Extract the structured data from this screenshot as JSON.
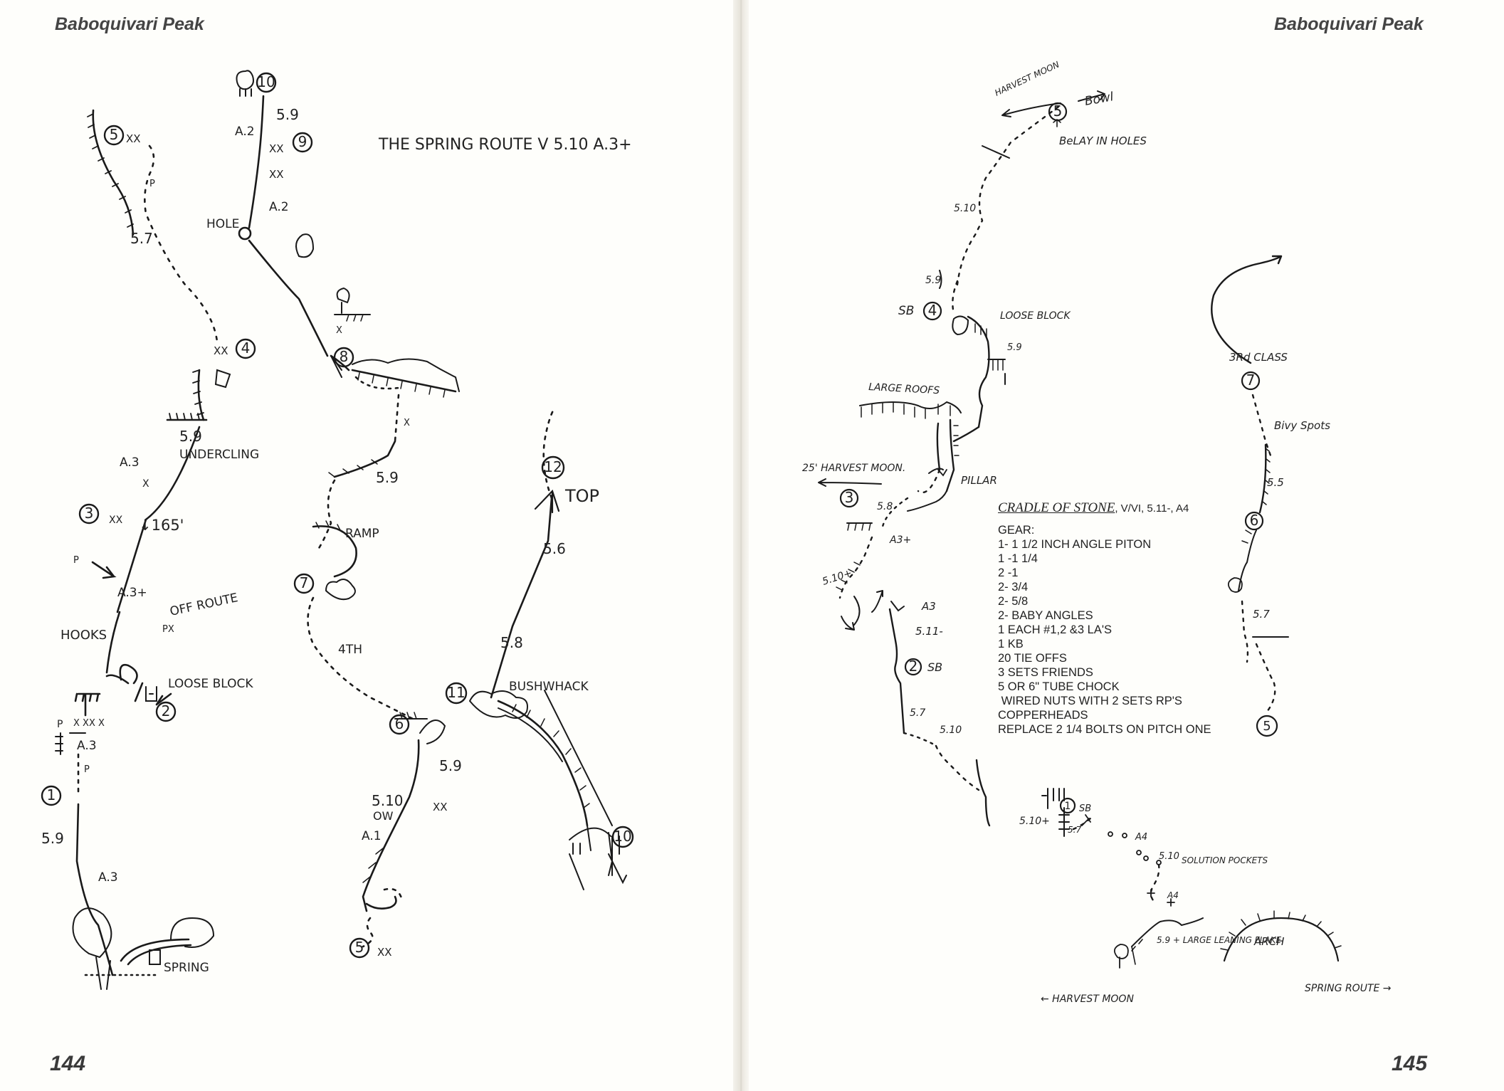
{
  "left_page": {
    "header": "Baboquivari Peak",
    "page_number": "144",
    "title": "THE SPRING ROUTE V 5.10 A.3+",
    "labels": {
      "b10": "10",
      "b9": "9",
      "b5a": "5",
      "b4": "4",
      "b3": "3",
      "b2": "2",
      "b1": "1",
      "b8": "8",
      "b7": "7",
      "b6": "6",
      "b5b": "5",
      "b12": "12",
      "b11": "11",
      "b10b": "10",
      "g59a": "5.9",
      "a2a": "A.2",
      "a2b": "A.2",
      "xx1": "XX",
      "xx2": "XX",
      "hole": "HOLE",
      "g57a": "5.7",
      "p1": "P",
      "xx5": "XX",
      "g59b": "5.9",
      "undercling": "UNDERCLING",
      "a3a": "A.3",
      "x1": "X",
      "d165": "↓165'",
      "xx3": "XX",
      "p2": "P",
      "a3plus": "A.3+",
      "hooks": "HOOKS",
      "px": "PX",
      "offroute": "OFF ROUTE",
      "looseblock": "LOOSE BLOCK",
      "xx4": "X XX X",
      "a3b": "A.3",
      "p3": "P",
      "g59c": "5.9",
      "a3c": "A.3",
      "spring": "SPRING",
      "x8": "X",
      "x9": "X",
      "g59d": "5.9",
      "ramp": "RAMP",
      "fourth": "4TH",
      "g510": "5.10",
      "ow": "OW",
      "a1": "A.1",
      "xx6": "XX",
      "g59e": "5.9",
      "xx7": "XX",
      "top": "TOP",
      "g56": "5.6",
      "g58": "5.8",
      "bushwhack": "BUSHWHACK"
    }
  },
  "right_page": {
    "header": "Baboquivari Peak",
    "page_number": "145",
    "labels": {
      "harvest_top": "HARVEST MOON",
      "bowl": "Bowl",
      "b5": "5",
      "belay": "BeLAY IN HOLES",
      "g510a": "5.10",
      "g59a": "5.9",
      "sb4": "SB",
      "b4": "4",
      "loose": "LOOSE BLOCK",
      "g59b": "5.9",
      "roofs": "LARGE ROOFS",
      "hm25": "25' HARVEST MOON.",
      "pillar": "PILLAR",
      "b3": "3",
      "g58": "5.8",
      "a3plus": "A3+",
      "g510plus": "5.10+",
      "a3": "A3",
      "g511": "5.11-",
      "b2": "2",
      "sb2": "SB",
      "g57": "5.7",
      "g510b": "5.10",
      "g510c": "5.10+",
      "b1": "1",
      "sb1": "SB",
      "g57b": "5.7",
      "a4a": "A4",
      "g510d": "5.10",
      "solution": "SOLUTION POCKETS",
      "a4b": "A4",
      "flake": "5.9 + LARGE LEANING FLAKE",
      "arch": "ARCH",
      "harvest_bottom": "← HARVEST MOON",
      "spring_route": "SPRING ROUTE →",
      "thirdclass": "3Rd CLASS",
      "bivy": "Bivy Spots",
      "g55": "5.5",
      "b6": "6",
      "b7": "7",
      "g57c": "5.7",
      "b5b": "5"
    },
    "gear": {
      "title": "CRADLE OF STONE",
      "rating": ", V/VI, 5.11-, A4",
      "heading": "GEAR:",
      "lines": [
        "1- 1 1/2 INCH ANGLE PITON",
        "1 -1 1/4",
        "2 -1",
        "2- 3/4",
        "2- 5/8",
        "2- BABY ANGLES",
        "1 EACH #1,2 &3 LA'S",
        "1 KB",
        "20 TIE OFFS",
        "3 SETS FRIENDS",
        "5 OR 6\" TUBE CHOCK",
        " WIRED NUTS WITH 2 SETS RP'S",
        "COPPERHEADS",
        "REPLACE 2 1/4 BOLTS ON PITCH ONE"
      ]
    }
  }
}
